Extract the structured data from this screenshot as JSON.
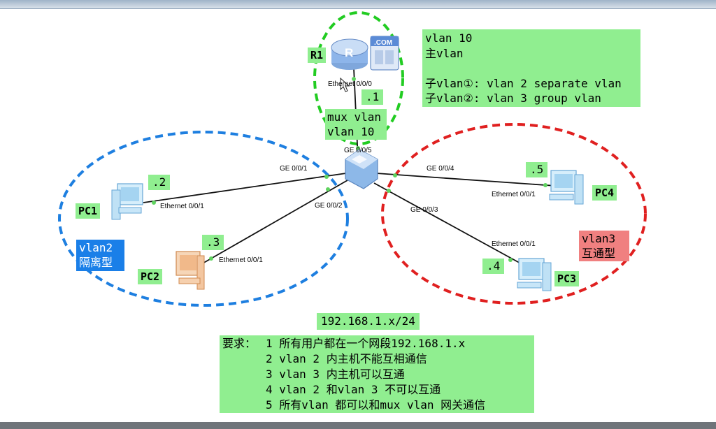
{
  "vlan_info": {
    "main_vlan": "vlan 10",
    "main_label": "主vlan",
    "sub1": "子vlan①: vlan 2 separate vlan",
    "sub2": "子vlan②: vlan 3 group vlan"
  },
  "mux": {
    "line1": "mux vlan",
    "line2": "vlan 10"
  },
  "devices": {
    "r1": "R1",
    "pc1": "PC1",
    "pc2": "PC2",
    "pc3": "PC3",
    "pc4": "PC4",
    "router_com": ".COM",
    "router_letter": "R"
  },
  "ips": {
    "r1": ".1",
    "pc1": ".2",
    "pc2": ".3",
    "pc3": ".4",
    "pc4": ".5"
  },
  "ports": {
    "r1_eth": "Ethernet 0/0/0",
    "sw_ge5": "GE 0/0/5",
    "sw_ge1": "GE 0/0/1",
    "sw_ge2": "GE 0/0/2",
    "sw_ge3": "GE 0/0/3",
    "sw_ge4": "GE 0/0/4",
    "pc1_eth": "Ethernet 0/0/1",
    "pc2_eth": "Ethernet 0/0/1",
    "pc3_eth": "Ethernet 0/0/1",
    "pc4_eth": "Ethernet 0/0/1"
  },
  "vlan2": {
    "line1": "vlan2",
    "line2": "隔离型"
  },
  "vlan3": {
    "line1": "vlan3",
    "line2": "互通型"
  },
  "subnet": "192.168.1.x/24",
  "requirements": {
    "label": "要求：",
    "items": [
      "1 所有用户都在一个网段192.168.1.x",
      "2 vlan 2 内主机不能互相通信",
      "3 vlan 3 内主机可以互通",
      "4 vlan 2 和vlan 3 不可以互通",
      "5 所有vlan 都可以和mux vlan 网关通信"
    ]
  },
  "colors": {
    "label_green": "#90ee90",
    "vlan2_blue": "#1e7fe0",
    "vlan3_red": "#e02020",
    "mux_green": "#22cc22",
    "vlan2_label_bg": "#1a7fe8",
    "vlan3_label_bg": "#f08080"
  }
}
